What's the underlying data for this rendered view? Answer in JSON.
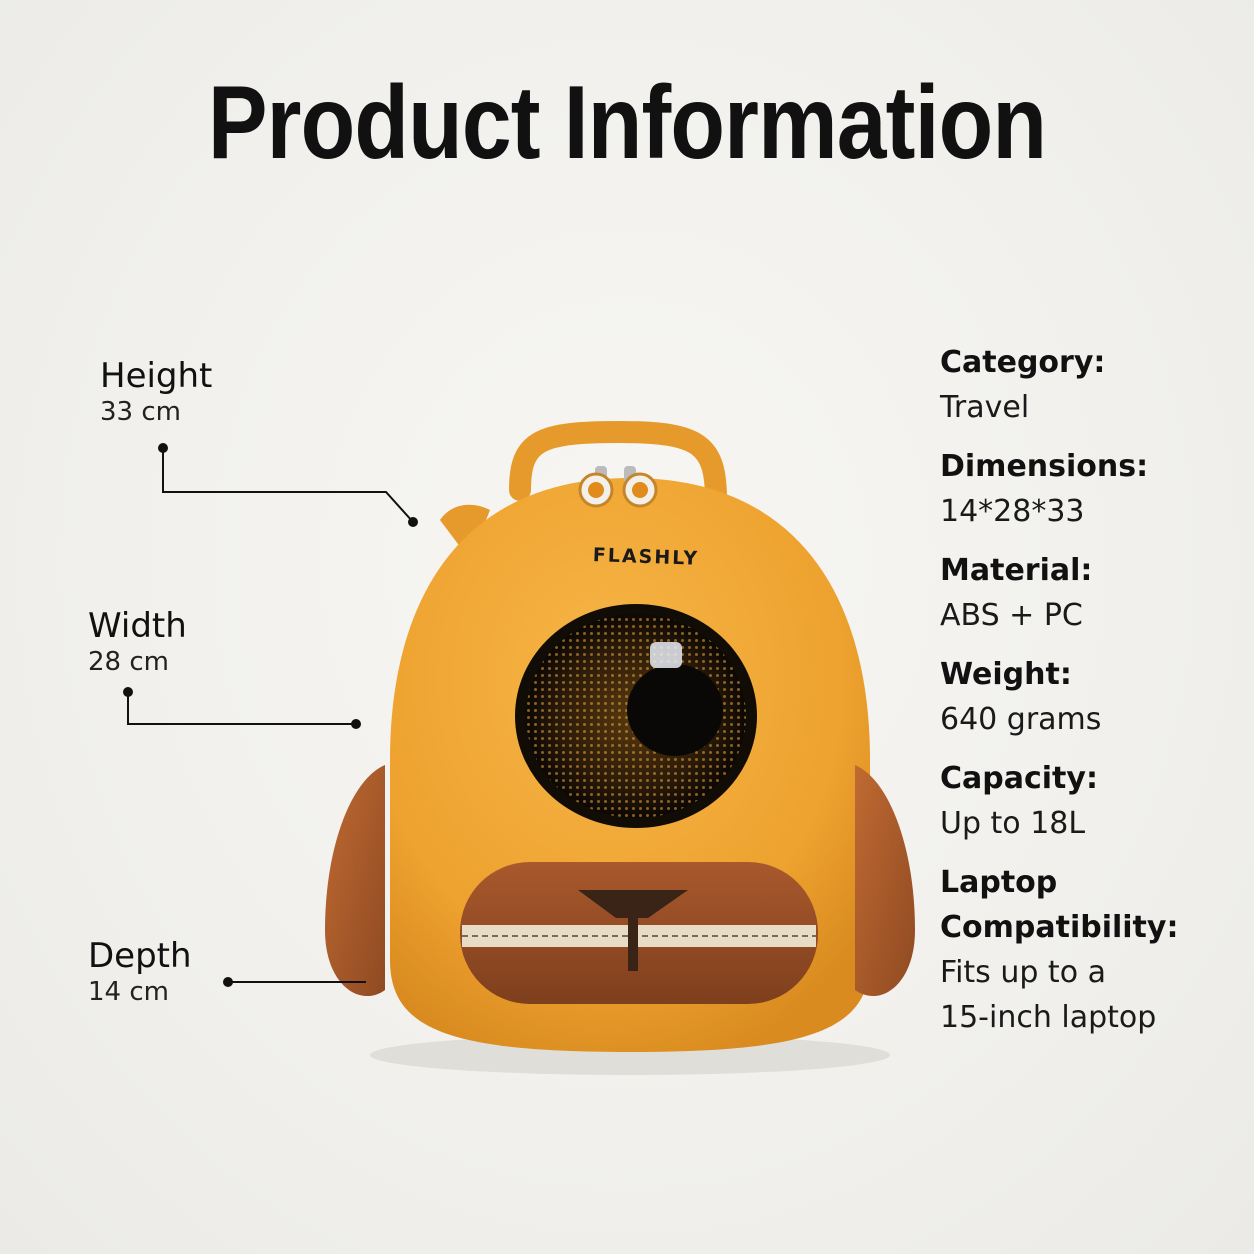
{
  "title": "Product Information",
  "brand": "FLASHLY",
  "dimensions": [
    {
      "label": "Height",
      "value": "33 cm"
    },
    {
      "label": "Width",
      "value": "28 cm"
    },
    {
      "label": "Depth",
      "value": "14 cm"
    }
  ],
  "specs": [
    {
      "label": "Category:",
      "value": [
        "Travel"
      ]
    },
    {
      "label": "Dimensions:",
      "value": [
        "14*28*33"
      ]
    },
    {
      "label": "Material:",
      "value": [
        "ABS + PC"
      ]
    },
    {
      "label": "Weight:",
      "value": [
        "640 grams"
      ]
    },
    {
      "label": "Capacity:",
      "value": [
        "Up to 18L"
      ]
    },
    {
      "label": [
        "Laptop",
        "Compatibility:"
      ],
      "value": [
        "Fits up to a",
        "15-inch laptop"
      ]
    }
  ],
  "colors": {
    "bag_body": "#f0a632",
    "bag_shade": "#d98b1f",
    "ear": "#b5602c",
    "snout": "#a0522d",
    "screen": "#1a1208"
  }
}
